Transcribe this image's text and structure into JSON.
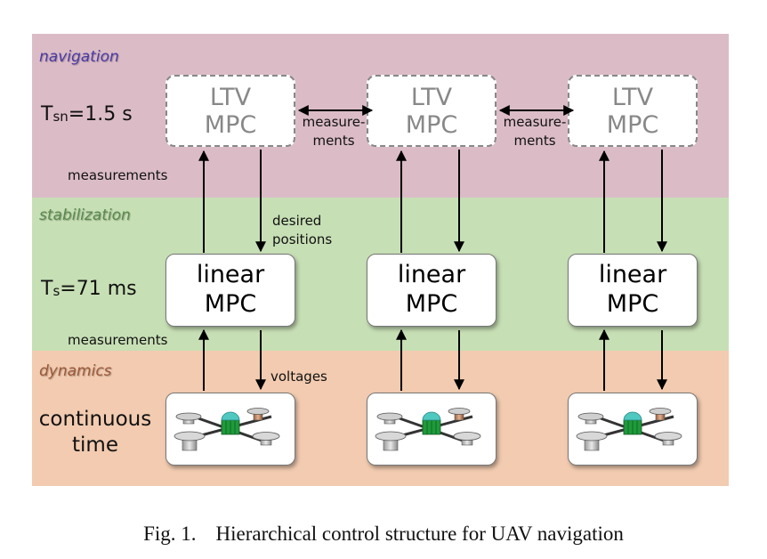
{
  "colors": {
    "navigation_band": "#dbbcc6",
    "stabilization_band": "#c7dfb5",
    "dynamics_band": "#f2cbb0",
    "navigation_label": "#4b3aa8",
    "stabilization_label": "#5a8a4e",
    "dynamics_label": "#9a5a3a",
    "ltv_text": "#888888"
  },
  "bands": {
    "navigation": "navigation",
    "stabilization": "stabilization",
    "dynamics": "dynamics"
  },
  "periods": {
    "nav_prefix": "T",
    "nav_sub": "sn",
    "nav_value": "=1.5 s",
    "stab_prefix": "T",
    "stab_sub": "s",
    "stab_value": "=71 ms"
  },
  "dynamics_label": {
    "line1": "continuous",
    "line2": "time"
  },
  "ltv_box": {
    "line1": "LTV",
    "line2": "MPC"
  },
  "linear_box": {
    "line1": "linear",
    "line2": "MPC"
  },
  "uav_icon": "quadrotor-icon",
  "arrow_labels": {
    "measurements_nav": "measurements",
    "measurements_stab": "measurements",
    "desired_line1": "desired",
    "desired_line2": "positions",
    "voltages": "voltages",
    "lateral_line1": "measure-",
    "lateral_line2": "ments"
  },
  "caption": {
    "label": "Fig. 1.",
    "text": "Hierarchical control structure for UAV navigation"
  }
}
